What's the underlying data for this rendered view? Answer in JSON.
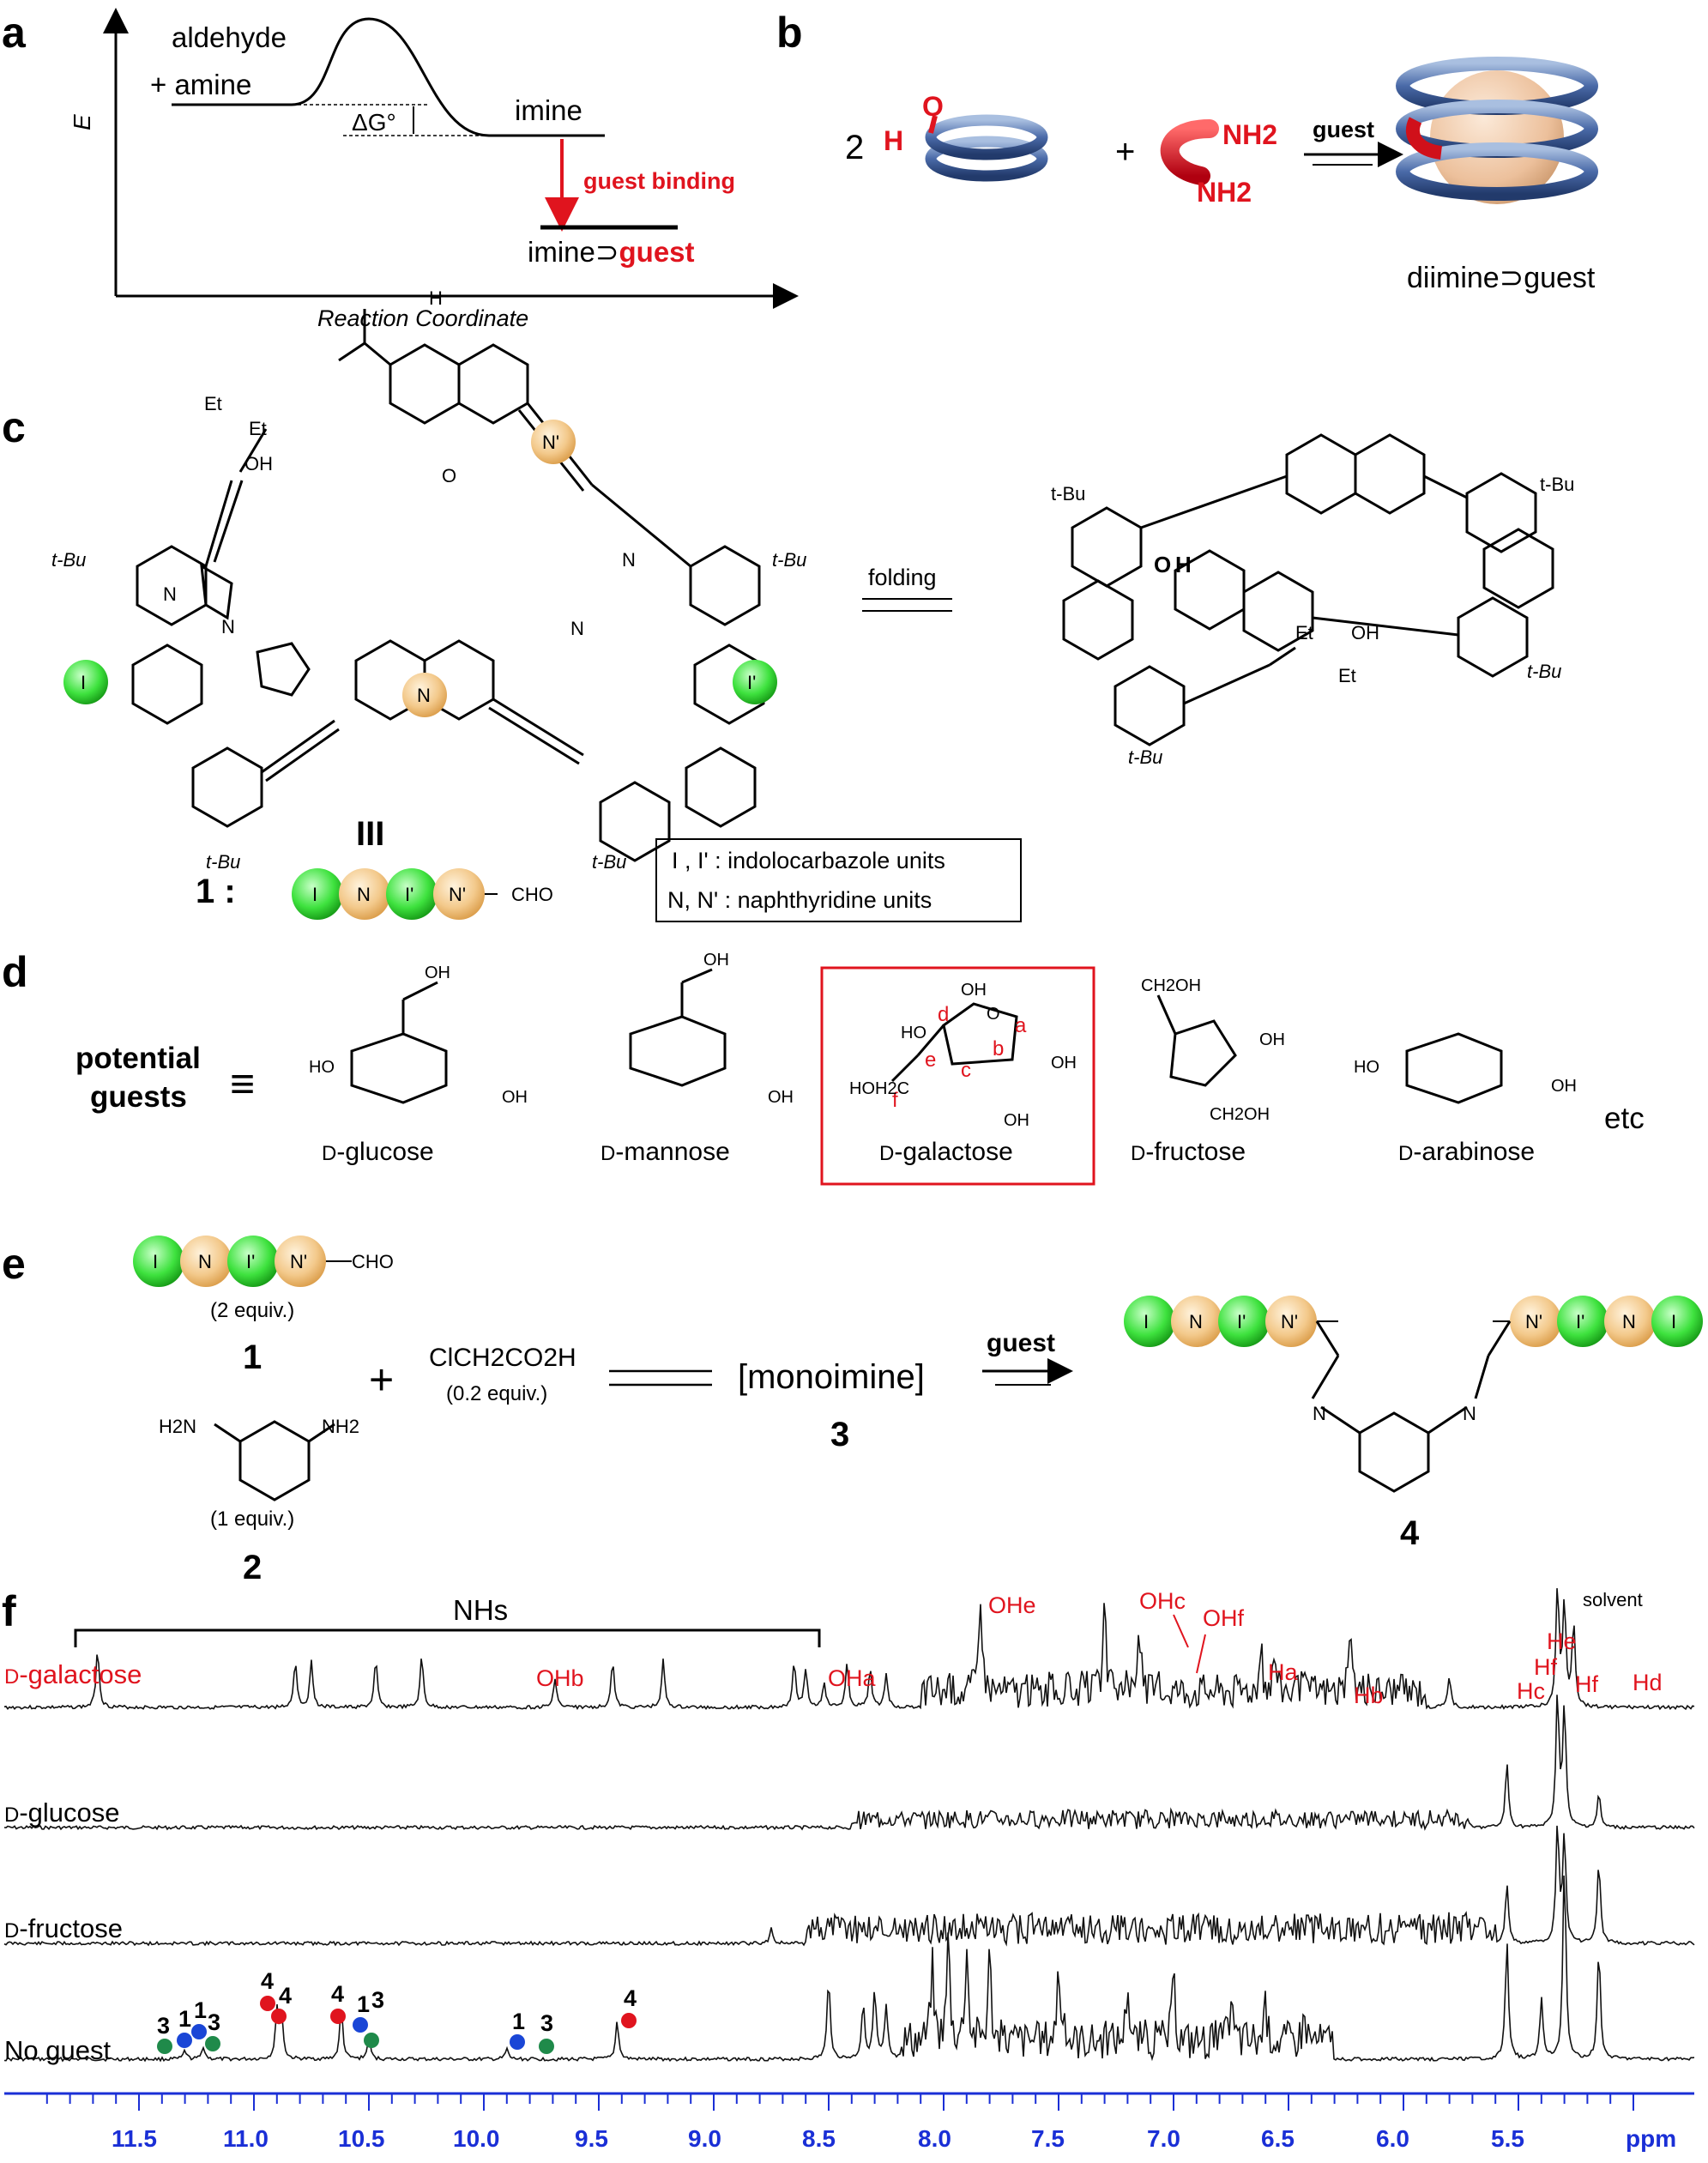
{
  "panels": {
    "a": "a",
    "b": "b",
    "c": "c",
    "d": "d",
    "e": "e",
    "f": "f"
  },
  "panel_a": {
    "reactants_line1": "aldehyde",
    "reactants_line2": "+ amine",
    "product": "imine",
    "delta_g": "ΔG°",
    "guest_binding": "guest binding",
    "complex_prefix": "imine⊃",
    "complex_guest": "guest",
    "y_axis": "E",
    "x_axis": "Reaction Coordinate"
  },
  "panel_b": {
    "coefficient": "2",
    "aldehyde_O": "O",
    "aldehyde_H": "H",
    "plus": "+",
    "nh2_top": "NH2",
    "nh2_bottom": "NH2",
    "arrow_label": "guest",
    "product": "diimine⊃guest"
  },
  "panel_c": {
    "compound_label": "III",
    "compound_number": "1 :",
    "scheme_units": [
      "I",
      "N",
      "I'",
      "N'"
    ],
    "scheme_end": "CHO",
    "legend_line1": "I , I'  : indolocarbazole units",
    "legend_line2": "N, N' : naphthyridine units",
    "arrow_label": "folding",
    "atom_labels": {
      "tbu": "t-Bu",
      "et": "Et",
      "oh": "OH",
      "nh": "N",
      "h": "H",
      "n": "N",
      "o": "O",
      "unit_I": "I",
      "unit_Ip": "I'",
      "unit_N": "N",
      "unit_Np": "N'"
    }
  },
  "panel_d": {
    "title_line1": "potential",
    "title_line2": "guests",
    "equiv": "≡",
    "sugars": [
      {
        "prefix": "D",
        "name": "-glucose"
      },
      {
        "prefix": "D",
        "name": "-mannose"
      },
      {
        "prefix": "D",
        "name": "-galactose"
      },
      {
        "prefix": "D",
        "name": "-fructose"
      },
      {
        "prefix": "D",
        "name": "-arabinose"
      }
    ],
    "etc": "etc",
    "galactose_positions": [
      "a",
      "b",
      "c",
      "d",
      "e",
      "f"
    ],
    "labels": {
      "oh": "OH",
      "ho": "HO",
      "o": "O",
      "hoh2c": "HOH2C",
      "ch2oh": "CH2OH"
    }
  },
  "panel_e": {
    "reagent1_scheme": [
      "I",
      "N",
      "I'",
      "N'"
    ],
    "reagent1_end": "CHO",
    "reagent1_equiv": "(2 equiv.)",
    "reagent1_number": "1",
    "plus": "+",
    "reagent2_nh2": "H2N",
    "reagent2_nh2b": "NH2",
    "reagent2_equiv": "(1 equiv.)",
    "reagent2_number": "2",
    "catalyst": "ClCH2CO2H",
    "catalyst_equiv": "(0.2 equiv.)",
    "intermediate": "[monoimine]",
    "intermediate_number": "3",
    "arrow_label": "guest",
    "product_number": "4",
    "product_N": "N"
  },
  "panel_f": {
    "nhs_label": "NHs",
    "solvent_label": "solvent",
    "traces": [
      {
        "prefix": "D",
        "name": "-galactose",
        "color": "#e0141e"
      },
      {
        "prefix": "D",
        "name": "-glucose",
        "color": "#000000"
      },
      {
        "prefix": "D",
        "name": "-fructose",
        "color": "#000000"
      },
      {
        "prefix": "",
        "name": "No guest",
        "color": "#000000"
      }
    ],
    "annotations": [
      "OHb",
      "OHa",
      "OHe",
      "OHc",
      "OHf",
      "Ha",
      "Hb",
      "Hc",
      "Hf",
      "He",
      "Hf",
      "Hd"
    ],
    "peak_markers": [
      "3",
      "1",
      "1",
      "3",
      "4",
      "4",
      "4",
      "1",
      "3",
      "1",
      "3",
      "4"
    ],
    "axis_unit": "ppm",
    "axis_ticks": [
      "11.5",
      "11.0",
      "10.5",
      "10.0",
      "9.5",
      "9.0",
      "8.5",
      "8.0",
      "7.5",
      "7.0",
      "6.5",
      "6.0",
      "5.5"
    ],
    "colors": {
      "red": "#e0141e",
      "blue": "#1a46d6",
      "green": "#1f8a4a",
      "axis": "#1a2fd6"
    }
  }
}
